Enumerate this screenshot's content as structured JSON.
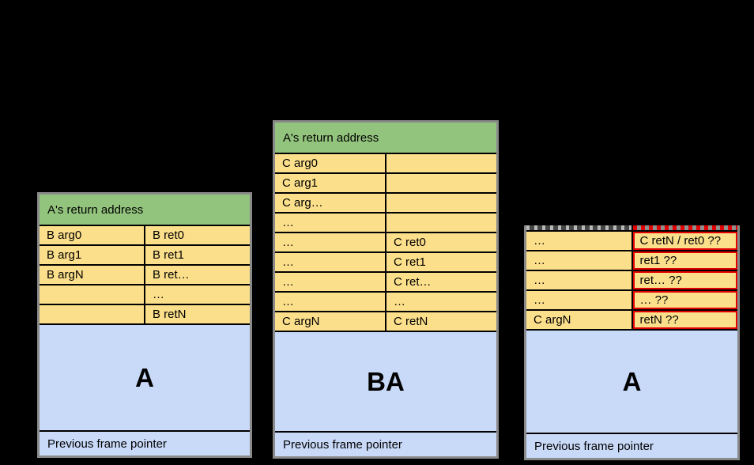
{
  "colors": {
    "background": "#000000",
    "header_green": "#93c47d",
    "cell_yellow": "#fbdf8b",
    "frame_blue": "#c9daf8",
    "alert_red": "#e00000",
    "table_border_gray": "#8a8a8a",
    "grid_line_black": "#000000"
  },
  "stacks": [
    {
      "name": "left-stack",
      "header": "A's return address",
      "rows": [
        {
          "left": "B arg0",
          "right": "B ret0"
        },
        {
          "left": "B arg1",
          "right": "B ret1"
        },
        {
          "left": "B argN",
          "right": "B ret…"
        },
        {
          "left": "",
          "right": "…"
        },
        {
          "left": "",
          "right": "B retN"
        }
      ],
      "frame_label": "A",
      "footer": "Previous frame pointer"
    },
    {
      "name": "middle-stack",
      "header": "A's return address",
      "rows": [
        {
          "left": "C arg0",
          "right": ""
        },
        {
          "left": "C arg1",
          "right": ""
        },
        {
          "left": "C arg…",
          "right": ""
        },
        {
          "left": "…",
          "right": ""
        },
        {
          "left": "…",
          "right": "C ret0"
        },
        {
          "left": "…",
          "right": "C ret1"
        },
        {
          "left": "…",
          "right": "C ret…"
        },
        {
          "left": "…",
          "right": "…"
        },
        {
          "left": "C argN",
          "right": "C retN"
        }
      ],
      "frame_label": "BA",
      "footer": "Previous frame pointer"
    },
    {
      "name": "right-stack",
      "rows": [
        {
          "left": "…",
          "right": "C retN / ret0 ??"
        },
        {
          "left": "…",
          "right": "ret1 ??"
        },
        {
          "left": "…",
          "right": "ret… ??"
        },
        {
          "left": "…",
          "right": "… ??"
        },
        {
          "left": "C argN",
          "right": "retN ??"
        }
      ],
      "frame_label": "A",
      "footer": "Previous frame pointer"
    }
  ]
}
